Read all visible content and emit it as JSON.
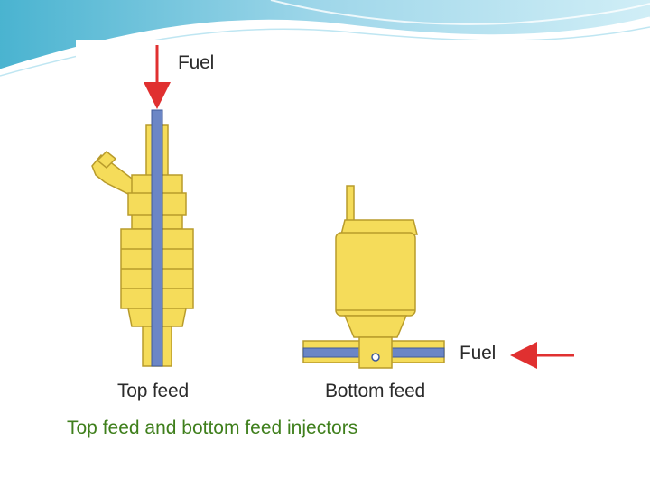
{
  "diagram": {
    "labels": {
      "fuel_top": "Fuel",
      "fuel_side": "Fuel",
      "top_feed": "Top feed",
      "bottom_feed": "Bottom feed"
    }
  },
  "caption": "Top feed and bottom feed injectors",
  "colors": {
    "injector_body": "#f5dc5a",
    "outline": "#b89b2b",
    "fuel_passage": "#6b86c6",
    "arrow": "#e03030",
    "caption_text": "#3f7f1c",
    "header_wave": "#9fd6ea"
  }
}
